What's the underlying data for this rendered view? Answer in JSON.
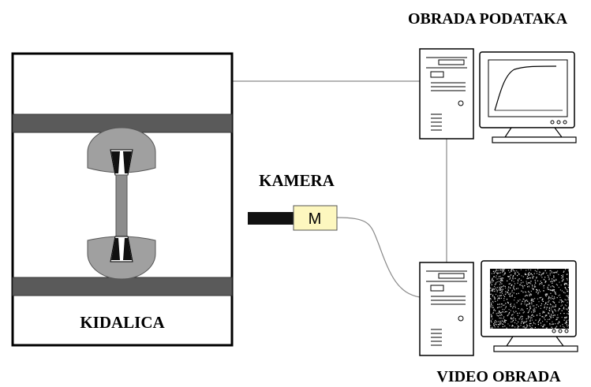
{
  "labels": {
    "data_processing": "OBRADA PODATAKA",
    "camera": "KAMERA",
    "camera_module": "M",
    "tensile_machine": "KIDALICA",
    "video_processing": "VIDEO OBRADA"
  },
  "colors": {
    "frame": "#000000",
    "crossbar": "#5a5a5a",
    "grip": "#a0a0a0",
    "specimen": "#8c8c8c",
    "camera_body": "#fdf7bf",
    "cable": "#8a8a8a"
  },
  "icons": [
    "computer-tower-icon",
    "monitor-icon",
    "camera-icon",
    "noise-screen-icon"
  ]
}
